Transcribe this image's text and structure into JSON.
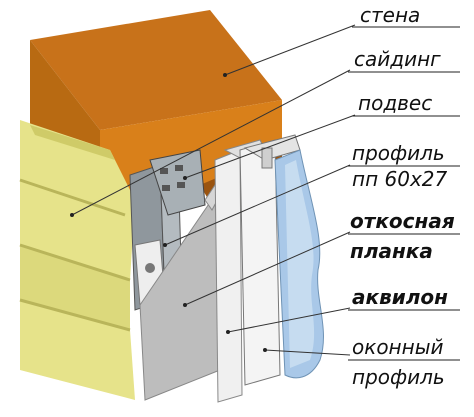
{
  "labels": [
    {
      "id": "wall",
      "text": "стена",
      "bold": false
    },
    {
      "id": "siding",
      "text": "сайдинг",
      "bold": false
    },
    {
      "id": "hanger",
      "text": "подвес",
      "bold": false
    },
    {
      "id": "profile_line1",
      "text": "профиль",
      "bold": false
    },
    {
      "id": "profile_line2",
      "text": "пп 60x27",
      "bold": false
    },
    {
      "id": "slope_line1",
      "text": "откосная",
      "bold": true
    },
    {
      "id": "slope_line2",
      "text": "планка",
      "bold": true
    },
    {
      "id": "akvilon",
      "text": "аквилон",
      "bold": true
    },
    {
      "id": "window_line1",
      "text": "оконный",
      "bold": false
    },
    {
      "id": "window_line2",
      "text": "профиль",
      "bold": false
    }
  ],
  "colors": {
    "wall_front": "#d9801a",
    "wall_top": "#b86a12",
    "wall_side": "#8a4a0a",
    "siding": "#e6e38a",
    "siding_shadow": "#c9c56a",
    "metal": "#9aa2a8",
    "slope_plank": "#bdbdbd",
    "akvilon": "#e9e9e9",
    "glass": "#a9c8e8"
  }
}
